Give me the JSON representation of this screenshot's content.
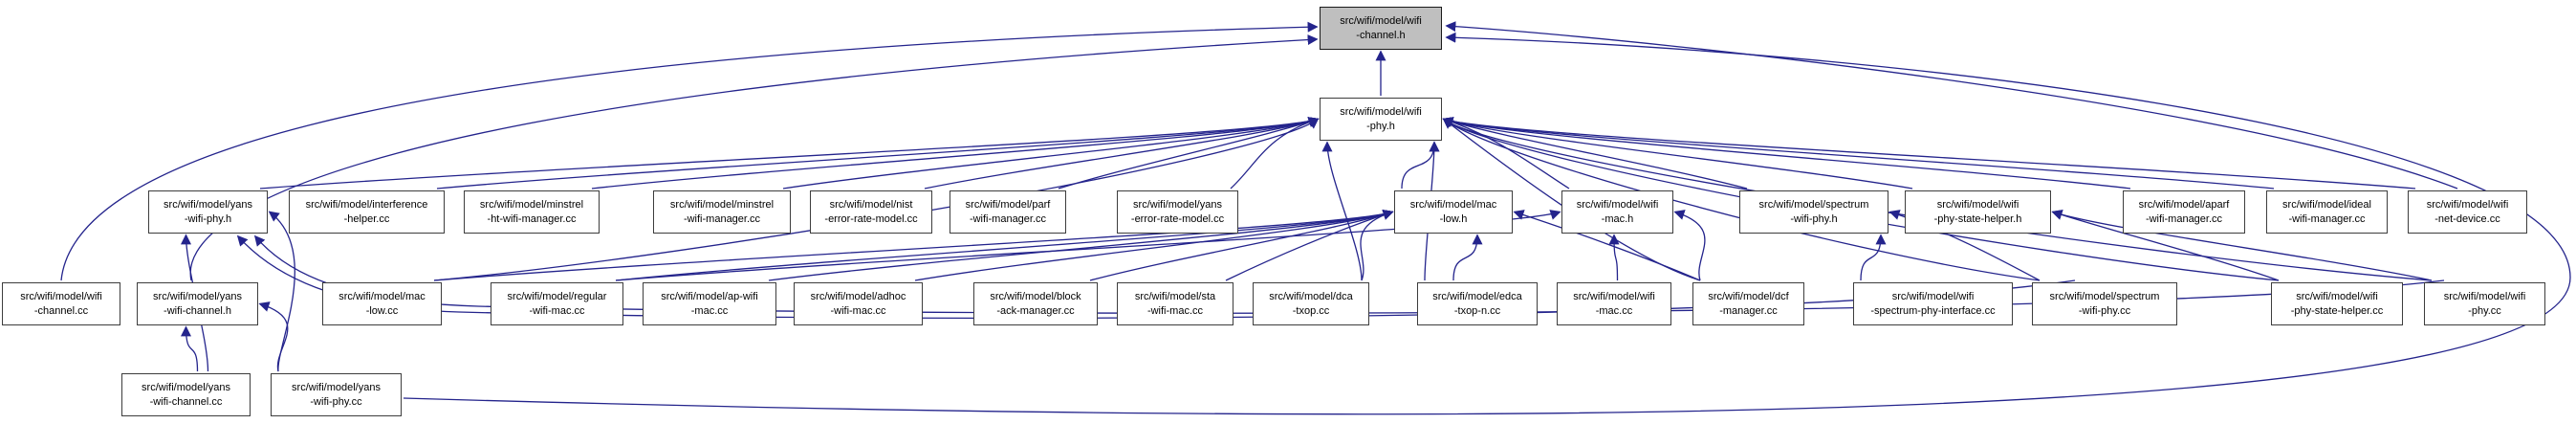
{
  "diagram": {
    "type": "include-dependency-graph",
    "description": "Doxygen-style 'included by' dependency graph for src/wifi/model/wifi-channel.h",
    "colors": {
      "edge": "#24248c",
      "root_fill": "#bfbfbf",
      "node_fill": "#ffffff",
      "node_border": "#3d3d3d",
      "text": "#000000"
    },
    "nodes": [
      {
        "id": "wifi-channel-h",
        "label": "src/wifi/model/wifi\n-channel.h",
        "root": true
      },
      {
        "id": "wifi-phy-h",
        "label": "src/wifi/model/wifi\n-phy.h"
      },
      {
        "id": "yans-wifi-phy-h",
        "label": "src/wifi/model/yans\n-wifi-phy.h"
      },
      {
        "id": "interference-helper-cc",
        "label": "src/wifi/model/interference\n-helper.cc"
      },
      {
        "id": "minstrel-ht-wifi-manager-cc",
        "label": "src/wifi/model/minstrel\n-ht-wifi-manager.cc"
      },
      {
        "id": "minstrel-wifi-manager-cc",
        "label": "src/wifi/model/minstrel\n-wifi-manager.cc"
      },
      {
        "id": "nist-error-rate-model-cc",
        "label": "src/wifi/model/nist\n-error-rate-model.cc"
      },
      {
        "id": "parf-wifi-manager-cc",
        "label": "src/wifi/model/parf\n-wifi-manager.cc"
      },
      {
        "id": "yans-error-rate-model-cc",
        "label": "src/wifi/model/yans\n-error-rate-model.cc"
      },
      {
        "id": "mac-low-h",
        "label": "src/wifi/model/mac\n-low.h"
      },
      {
        "id": "wifi-mac-h",
        "label": "src/wifi/model/wifi\n-mac.h"
      },
      {
        "id": "spectrum-wifi-phy-h",
        "label": "src/wifi/model/spectrum\n-wifi-phy.h"
      },
      {
        "id": "wifi-phy-state-helper-h",
        "label": "src/wifi/model/wifi\n-phy-state-helper.h"
      },
      {
        "id": "aparf-wifi-manager-cc",
        "label": "src/wifi/model/aparf\n-wifi-manager.cc"
      },
      {
        "id": "ideal-wifi-manager-cc",
        "label": "src/wifi/model/ideal\n-wifi-manager.cc"
      },
      {
        "id": "wifi-net-device-cc",
        "label": "src/wifi/model/wifi\n-net-device.cc"
      },
      {
        "id": "wifi-channel-cc",
        "label": "src/wifi/model/wifi\n-channel.cc"
      },
      {
        "id": "yans-wifi-channel-h",
        "label": "src/wifi/model/yans\n-wifi-channel.h"
      },
      {
        "id": "mac-low-cc",
        "label": "src/wifi/model/mac\n-low.cc"
      },
      {
        "id": "regular-wifi-mac-cc",
        "label": "src/wifi/model/regular\n-wifi-mac.cc"
      },
      {
        "id": "ap-wifi-mac-cc",
        "label": "src/wifi/model/ap-wifi\n-mac.cc"
      },
      {
        "id": "adhoc-wifi-mac-cc",
        "label": "src/wifi/model/adhoc\n-wifi-mac.cc"
      },
      {
        "id": "block-ack-manager-cc",
        "label": "src/wifi/model/block\n-ack-manager.cc"
      },
      {
        "id": "sta-wifi-mac-cc",
        "label": "src/wifi/model/sta\n-wifi-mac.cc"
      },
      {
        "id": "dca-txop-cc",
        "label": "src/wifi/model/dca\n-txop.cc"
      },
      {
        "id": "edca-txop-n-cc",
        "label": "src/wifi/model/edca\n-txop-n.cc"
      },
      {
        "id": "wifi-mac-cc",
        "label": "src/wifi/model/wifi\n-mac.cc"
      },
      {
        "id": "dcf-manager-cc",
        "label": "src/wifi/model/dcf\n-manager.cc"
      },
      {
        "id": "wifi-spectrum-phy-interface-cc",
        "label": "src/wifi/model/wifi\n-spectrum-phy-interface.cc"
      },
      {
        "id": "spectrum-wifi-phy-cc",
        "label": "src/wifi/model/spectrum\n-wifi-phy.cc"
      },
      {
        "id": "wifi-phy-state-helper-cc",
        "label": "src/wifi/model/wifi\n-phy-state-helper.cc"
      },
      {
        "id": "wifi-phy-cc",
        "label": "src/wifi/model/wifi\n-phy.cc"
      },
      {
        "id": "yans-wifi-channel-cc",
        "label": "src/wifi/model/yans\n-wifi-channel.cc"
      },
      {
        "id": "yans-wifi-phy-cc",
        "label": "src/wifi/model/yans\n-wifi-phy.cc"
      }
    ],
    "edges": [
      {
        "from": "wifi-phy-h",
        "to": "wifi-channel-h"
      },
      {
        "from": "wifi-channel-cc",
        "to": "wifi-channel-h"
      },
      {
        "from": "yans-wifi-channel-h",
        "to": "wifi-channel-h"
      },
      {
        "from": "wifi-net-device-cc",
        "to": "wifi-channel-h"
      },
      {
        "from": "yans-wifi-phy-cc",
        "to": "wifi-channel-h"
      },
      {
        "from": "yans-wifi-phy-h",
        "to": "wifi-phy-h"
      },
      {
        "from": "interference-helper-cc",
        "to": "wifi-phy-h"
      },
      {
        "from": "minstrel-ht-wifi-manager-cc",
        "to": "wifi-phy-h"
      },
      {
        "from": "minstrel-wifi-manager-cc",
        "to": "wifi-phy-h"
      },
      {
        "from": "nist-error-rate-model-cc",
        "to": "wifi-phy-h"
      },
      {
        "from": "parf-wifi-manager-cc",
        "to": "wifi-phy-h"
      },
      {
        "from": "yans-error-rate-model-cc",
        "to": "wifi-phy-h"
      },
      {
        "from": "mac-low-h",
        "to": "wifi-phy-h"
      },
      {
        "from": "wifi-mac-h",
        "to": "wifi-phy-h"
      },
      {
        "from": "spectrum-wifi-phy-h",
        "to": "wifi-phy-h"
      },
      {
        "from": "wifi-phy-state-helper-h",
        "to": "wifi-phy-h"
      },
      {
        "from": "aparf-wifi-manager-cc",
        "to": "wifi-phy-h"
      },
      {
        "from": "ideal-wifi-manager-cc",
        "to": "wifi-phy-h"
      },
      {
        "from": "wifi-net-device-cc",
        "to": "wifi-phy-h"
      },
      {
        "from": "mac-low-cc",
        "to": "wifi-phy-h"
      },
      {
        "from": "dca-txop-cc",
        "to": "wifi-phy-h"
      },
      {
        "from": "edca-txop-n-cc",
        "to": "wifi-phy-h"
      },
      {
        "from": "dcf-manager-cc",
        "to": "wifi-phy-h"
      },
      {
        "from": "spectrum-wifi-phy-cc",
        "to": "wifi-phy-h"
      },
      {
        "from": "wifi-phy-state-helper-cc",
        "to": "wifi-phy-h"
      },
      {
        "from": "wifi-phy-cc",
        "to": "wifi-phy-h"
      },
      {
        "from": "yans-wifi-channel-cc",
        "to": "yans-wifi-phy-h"
      },
      {
        "from": "yans-wifi-phy-cc",
        "to": "yans-wifi-phy-h"
      },
      {
        "from": "wifi-phy-cc",
        "to": "yans-wifi-phy-h"
      },
      {
        "from": "spectrum-wifi-phy-cc",
        "to": "yans-wifi-phy-h"
      },
      {
        "from": "yans-wifi-channel-cc",
        "to": "yans-wifi-channel-h"
      },
      {
        "from": "yans-wifi-phy-cc",
        "to": "yans-wifi-channel-h"
      },
      {
        "from": "mac-low-cc",
        "to": "mac-low-h"
      },
      {
        "from": "regular-wifi-mac-cc",
        "to": "mac-low-h"
      },
      {
        "from": "ap-wifi-mac-cc",
        "to": "mac-low-h"
      },
      {
        "from": "adhoc-wifi-mac-cc",
        "to": "mac-low-h"
      },
      {
        "from": "block-ack-manager-cc",
        "to": "mac-low-h"
      },
      {
        "from": "sta-wifi-mac-cc",
        "to": "mac-low-h"
      },
      {
        "from": "dca-txop-cc",
        "to": "mac-low-h"
      },
      {
        "from": "edca-txop-n-cc",
        "to": "mac-low-h"
      },
      {
        "from": "dcf-manager-cc",
        "to": "mac-low-h"
      },
      {
        "from": "regular-wifi-mac-cc",
        "to": "wifi-mac-h"
      },
      {
        "from": "wifi-mac-cc",
        "to": "wifi-mac-h"
      },
      {
        "from": "dcf-manager-cc",
        "to": "wifi-mac-h"
      },
      {
        "from": "wifi-spectrum-phy-interface-cc",
        "to": "spectrum-wifi-phy-h"
      },
      {
        "from": "spectrum-wifi-phy-cc",
        "to": "spectrum-wifi-phy-h"
      },
      {
        "from": "wifi-phy-state-helper-cc",
        "to": "wifi-phy-state-helper-h"
      },
      {
        "from": "wifi-phy-cc",
        "to": "wifi-phy-state-helper-h"
      }
    ]
  }
}
